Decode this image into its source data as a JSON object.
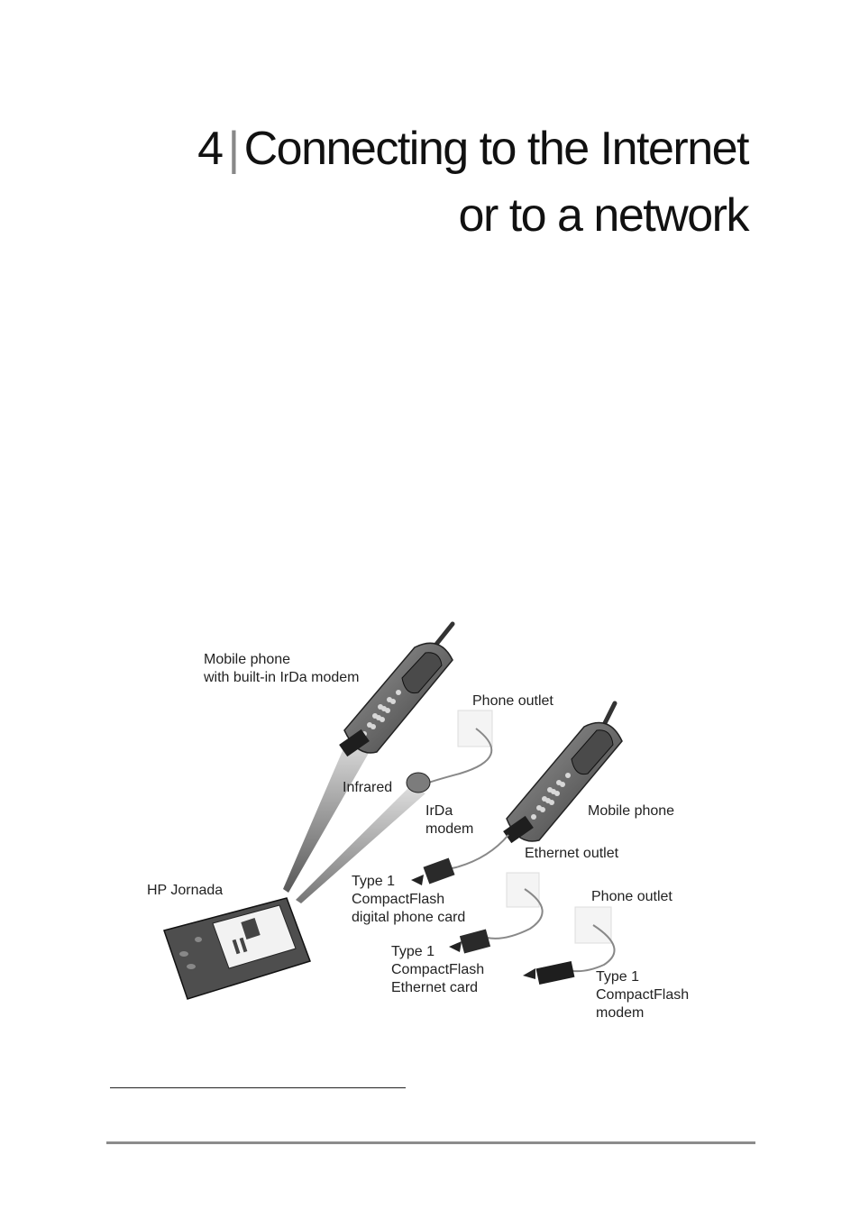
{
  "chapter": {
    "number": "4",
    "separator": "|",
    "title_line1": "Connecting to the Internet",
    "title_line2": "or to a network"
  },
  "figure": {
    "labels": {
      "mobile_irda": "Mobile phone\nwith built-in IrDa modem",
      "phone_outlet_top": "Phone outlet",
      "infrared": "Infrared",
      "irda_modem": "IrDa\nmodem",
      "mobile_phone": "Mobile phone",
      "ethernet_outlet": "Ethernet outlet",
      "hp_jornada": "HP Jornada",
      "cf_phone_card": "Type 1\nCompactFlash\ndigital phone card",
      "phone_outlet_right": "Phone outlet",
      "cf_ethernet_card": "Type 1\nCompactFlash\nEthernet card",
      "cf_modem": "Type 1\nCompactFlash\nmodem"
    }
  }
}
